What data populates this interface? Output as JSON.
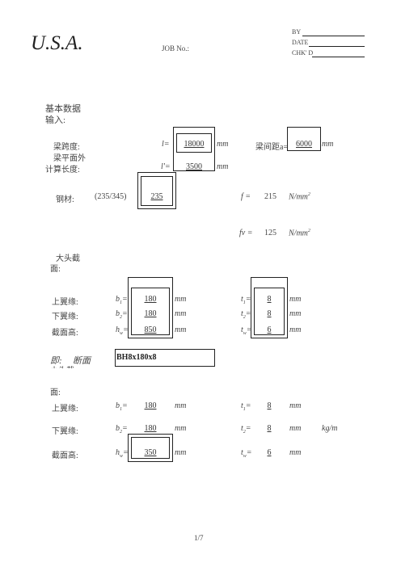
{
  "header": {
    "company": "U.S.A.",
    "job_no_label": "JOB No.:",
    "by_label": "BY",
    "date_label": "DATE",
    "chkd_label": "CHK' D"
  },
  "section_basic": {
    "line1": "基本数据",
    "line2": "输入:"
  },
  "span": {
    "label": "梁跨度:",
    "symbol": "l=",
    "value": "18000",
    "unit": "mm"
  },
  "spacing": {
    "label": "梁间距a=",
    "value": "6000",
    "unit": "mm"
  },
  "calc_length": {
    "label_line1": "梁平面外",
    "label_line2": "计算长度:",
    "symbol": "l'=",
    "value": "3500",
    "unit": "mm"
  },
  "steel": {
    "label": "钢材:",
    "grade_hint": "(235/345)",
    "value": "235"
  },
  "f": {
    "symbol": "f =",
    "value": "215",
    "unit": "N/mm",
    "unit_sup": "2"
  },
  "fv": {
    "symbol": "fv =",
    "value": "125",
    "unit": "N/mm",
    "unit_sup": "2"
  },
  "section_big": {
    "line1": "大头截",
    "line2": "面:"
  },
  "big": {
    "top_flange": {
      "label": "上翼缘:",
      "b_sym": "b",
      "b_sub": "1",
      "b_val": "180",
      "b_unit": "mm",
      "t_sym": "t",
      "t_sub": "1",
      "t_val": "8",
      "t_unit": "mm"
    },
    "bottom_flange": {
      "label": "下翼缘:",
      "b_sym": "b",
      "b_sub": "2",
      "b_val": "180",
      "b_unit": "mm",
      "t_sym": "t",
      "t_sub": "2",
      "t_val": "8",
      "t_unit": "mm"
    },
    "height": {
      "label": "截面高:",
      "h_sym": "h",
      "h_sub": "w",
      "h_val": "850",
      "h_unit": "mm",
      "t_sym": "t",
      "t_sub": "w",
      "t_val": "6",
      "t_unit": "mm"
    }
  },
  "section_name": {
    "prefix": "即:",
    "label": "断面",
    "value": "BH8x180x8"
  },
  "section_small": {
    "line1": "小头截",
    "line2": "面:"
  },
  "small": {
    "top_flange": {
      "label": "上翼缘:",
      "b_sym": "b",
      "b_sub": "1",
      "b_val": "180",
      "b_unit": "mm",
      "t_sym": "t",
      "t_sub": "1",
      "t_val": "8",
      "t_unit": "mm"
    },
    "bottom_flange": {
      "label": "下翼缘:",
      "b_sym": "b",
      "b_sub": "2",
      "b_val": "180",
      "b_unit": "mm",
      "t_sym": "t",
      "t_sub": "2",
      "t_val": "8",
      "t_unit": "mm",
      "extra": "kg/m"
    },
    "height": {
      "label": "截面高:",
      "h_sym": "h",
      "h_sub": "w",
      "h_val": "350",
      "h_unit": "mm",
      "t_sym": "t",
      "t_sub": "w",
      "t_val": "6",
      "t_unit": "mm"
    }
  },
  "footer": {
    "page": "1/7"
  }
}
